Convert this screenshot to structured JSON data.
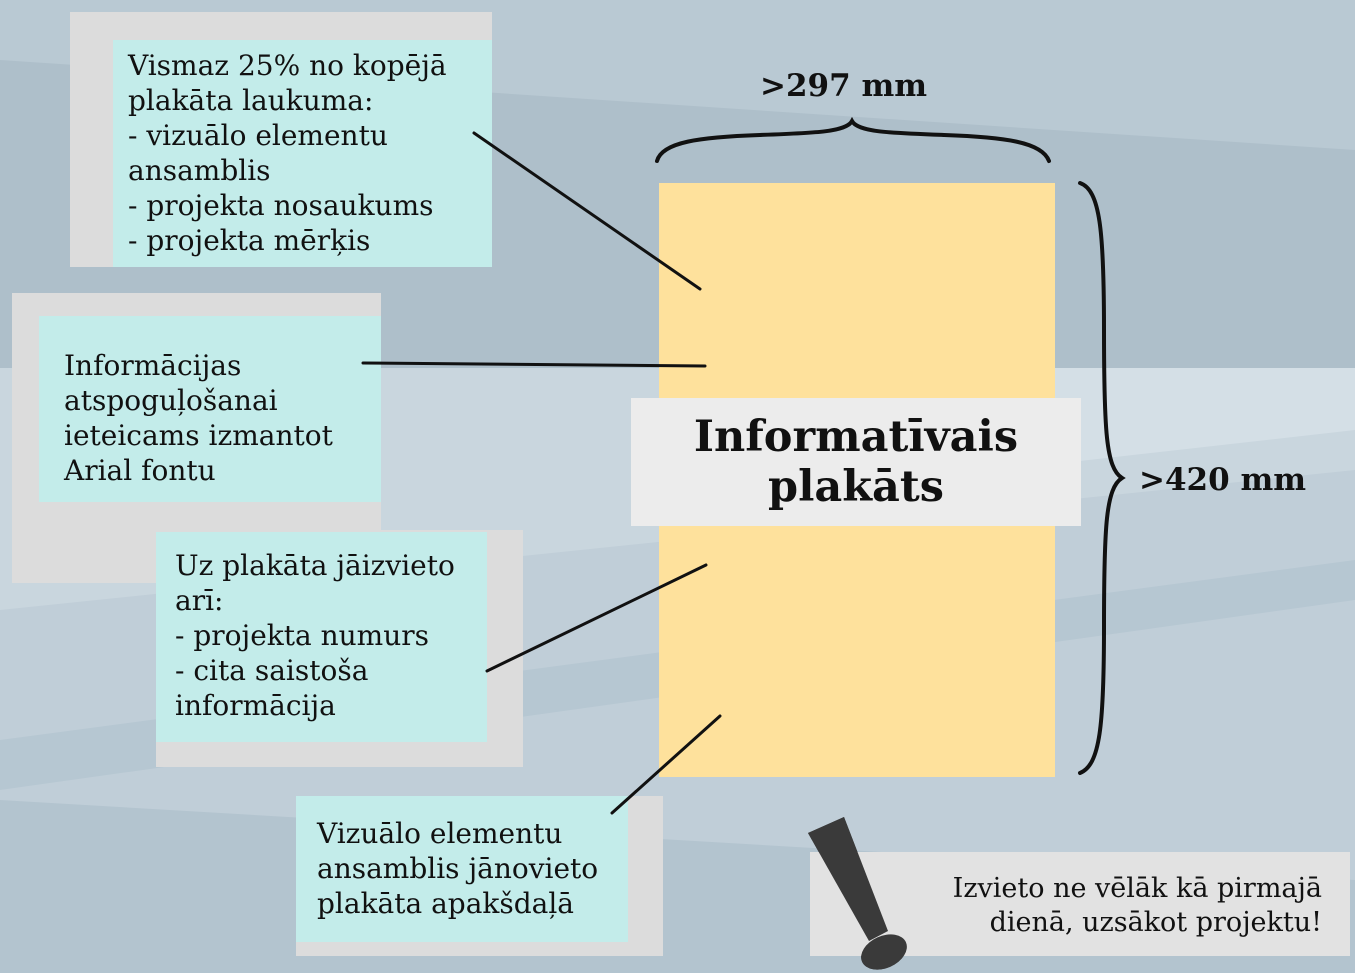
{
  "colors": {
    "background_dark": "#aebfca",
    "background_light": "#c9d6de",
    "callout_fill": "#c3ecea",
    "callout_shadow": "#dcdcdc",
    "poster_fill": "#fee19c",
    "title_fill": "#ececec",
    "note_fill": "#e2e2e2",
    "exclamation": "#3a3a3a",
    "ink": "#111111"
  },
  "dimensions": {
    "width_label": ">297 mm",
    "height_label": ">420 mm"
  },
  "poster": {
    "title_line1": "Informatīvais",
    "title_line2": "plakāts"
  },
  "callouts": {
    "visual_area": {
      "lines": [
        "Vismaz 25% no kopējā",
        "plakāta laukuma:",
        "- vizuālo elementu",
        "ansamblis",
        "- projekta nosaukums",
        "- projekta mērķis"
      ]
    },
    "font_advice": {
      "lines": [
        "Informācijas",
        "atspoguļošanai",
        "ieteicams izmantot",
        "Arial fontu"
      ]
    },
    "also_include": {
      "lines": [
        "Uz plakāta jāizvieto",
        "arī:",
        "- projekta numurs",
        "- cita saistoša",
        "informācija"
      ]
    },
    "visual_placement": {
      "lines": [
        "Vizuālo elementu",
        "ansamblis jānovieto",
        "plakāta apakšdaļā"
      ]
    }
  },
  "note": {
    "icon": "exclamation-icon",
    "lines": [
      "Izvieto ne vēlāk kā pirmajā",
      "dienā, uzsākot projektu!"
    ]
  }
}
